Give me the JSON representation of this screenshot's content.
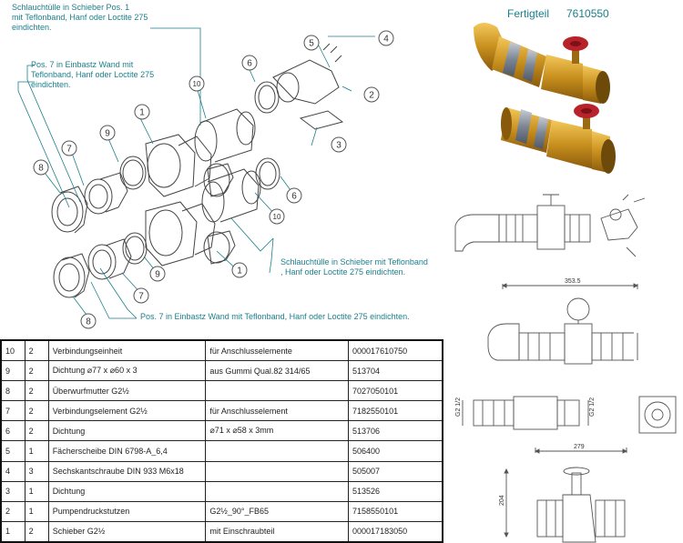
{
  "title": {
    "label": "Fertigteil",
    "number": "7610550"
  },
  "annotations": {
    "a1": [
      "Schlauchtülle in Schieber Pos. 1",
      "mit Teflonband, Hanf oder Loctite 275",
      "eindichten."
    ],
    "a2": [
      "Pos. 7 in Einbastz Wand mit",
      "Teflonband, Hanf oder Loctite 275",
      "eindichten."
    ],
    "a3": [
      "Schlauchtülle in Schieber mit Teflonband",
      ", Hanf oder Loctite 275 eindichten."
    ],
    "a4": [
      "Pos. 7 in Einbastz Wand  mit Teflonband, Hanf oder Loctite 275 eindichten."
    ]
  },
  "balloons": [
    "1",
    "2",
    "3",
    "4",
    "5",
    "6",
    "7",
    "8",
    "9",
    "10"
  ],
  "dimensions": {
    "d1": "353.5",
    "d2": "G2 1/2",
    "d3": "G2 1/2",
    "d4": "279",
    "d5": "204"
  },
  "bom": [
    {
      "pos": "10",
      "qty": "2",
      "desc": "Verbindungseinheit",
      "spec": "für Anschlusselemente",
      "num": "000017610750"
    },
    {
      "pos": "9",
      "qty": "2",
      "desc": "Dichtung ⌀77 x ⌀60 x 3",
      "spec": "aus Gummi Qual.82 314/65",
      "num": "513704"
    },
    {
      "pos": "8",
      "qty": "2",
      "desc": "Überwurfmutter G2½",
      "spec": "",
      "num": "7027050101"
    },
    {
      "pos": "7",
      "qty": "2",
      "desc": "Verbindungselement G2½",
      "spec": "für Anschlusselement",
      "num": "7182550101"
    },
    {
      "pos": "6",
      "qty": "2",
      "desc": "Dichtung",
      "spec": "⌀71 x ⌀58 x 3mm",
      "num": "513706"
    },
    {
      "pos": "5",
      "qty": "1",
      "desc": "Fächerscheibe DIN 6798-A_6,4",
      "spec": "",
      "num": "506400"
    },
    {
      "pos": "4",
      "qty": "3",
      "desc": "Sechskantschraube DIN 933 M6x18",
      "spec": "",
      "num": "505007"
    },
    {
      "pos": "3",
      "qty": "1",
      "desc": "Dichtung",
      "spec": "",
      "num": "513526"
    },
    {
      "pos": "2",
      "qty": "1",
      "desc": "Pumpendruckstutzen",
      "spec": "G2½_90°_FB65",
      "num": "7158550101"
    },
    {
      "pos": "1",
      "qty": "2",
      "desc": "Schieber G2½",
      "spec": "mit Einschraubteil",
      "num": "000017183050"
    }
  ]
}
